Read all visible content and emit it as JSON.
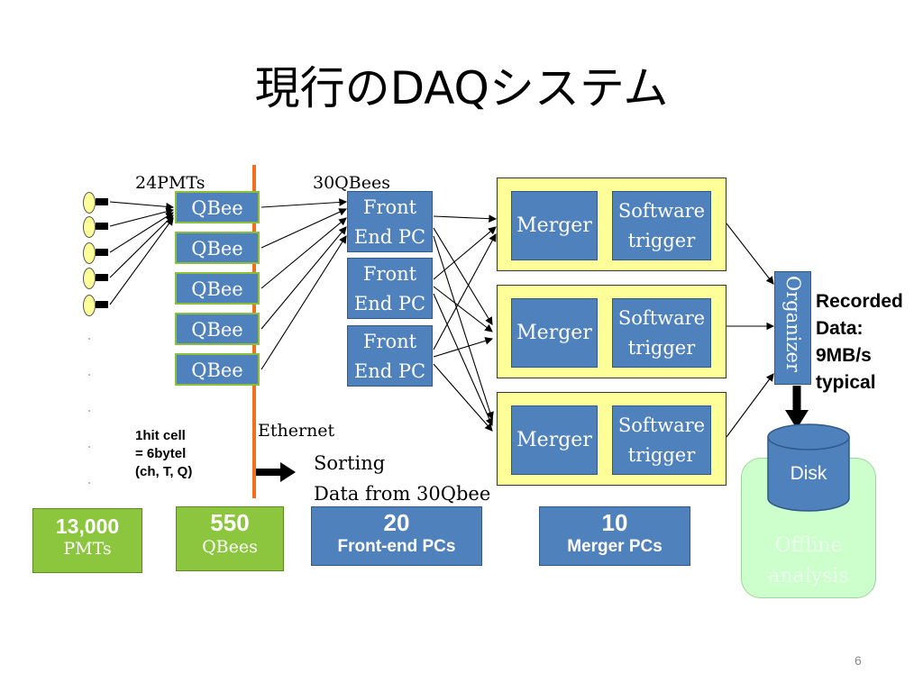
{
  "slide": {
    "title": "現行のDAQシステム",
    "page_number": "6"
  },
  "labels": {
    "pmts_per_qbee": "24PMTs",
    "qbees_per_fepc": "30QBees",
    "ethernet": "Ethernet",
    "sorting_line1": "Sorting",
    "sorting_line2": "Data from 30Qbee",
    "hit_cell_line1": "1hit cell",
    "hit_cell_line2": "= 6bytel",
    "hit_cell_line3": "(ch, T, Q)",
    "recorded_line1": "Recorded",
    "recorded_line2": "Data:",
    "recorded_line3": "9MB/s",
    "recorded_line4": "typical"
  },
  "qbees": [
    "QBee",
    "QBee",
    "QBee",
    "QBee",
    "QBee"
  ],
  "front_end_pcs": [
    {
      "line1": "Front",
      "line2": "End PC"
    },
    {
      "line1": "Front",
      "line2": "End PC"
    },
    {
      "line1": "Front",
      "line2": "End PC"
    }
  ],
  "merger_groups": [
    {
      "merger": "Merger",
      "trigger_line1": "Software",
      "trigger_line2": "trigger"
    },
    {
      "merger": "Merger",
      "trigger_line1": "Software",
      "trigger_line2": "trigger"
    },
    {
      "merger": "Merger",
      "trigger_line1": "Software",
      "trigger_line2": "trigger"
    }
  ],
  "organizer": "Organizer",
  "disk": "Disk",
  "offline": {
    "line1": "Offline",
    "line2": "analysis"
  },
  "counts": {
    "pmts": {
      "value": "13,000",
      "label": "PMTs"
    },
    "qbees": {
      "value": "550",
      "label": "QBees"
    },
    "front_end": {
      "value": "20",
      "label": "Front-end PCs"
    },
    "mergers": {
      "value": "10",
      "label": "Merger PCs"
    }
  },
  "colors": {
    "box_blue": "#4f81bd",
    "group_yellow": "#ffff99",
    "note_green": "#8cc63f",
    "offline_green": "#ccffcc",
    "ethernet_line": "#f07020"
  }
}
